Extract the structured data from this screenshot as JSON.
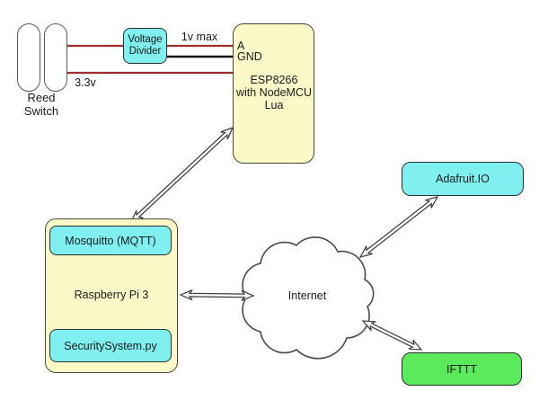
{
  "diagram": {
    "nodes": {
      "reed_switch": {
        "label_line1": "Reed",
        "label_line2": "Switch"
      },
      "voltage_divider": {
        "label_line1": "Voltage",
        "label_line2": "Divider",
        "fill": "#7fefef"
      },
      "esp8266": {
        "pin_a": "A",
        "pin_gnd": "GND",
        "label_line1": "ESP8266",
        "label_line2": "with NodeMCU",
        "label_line3": "Lua",
        "fill": "#fcf9c8"
      },
      "raspberry_pi": {
        "label": "Raspberry Pi 3",
        "fill": "#fcf9c8"
      },
      "mosquitto": {
        "label": "Mosquitto (MQTT)",
        "fill": "#7fefef"
      },
      "security_system": {
        "label": "SecuritySystem.py",
        "fill": "#7fefef"
      },
      "internet_cloud": {
        "label": "Internet",
        "fill": "#ffffff"
      },
      "adafruit_io": {
        "label": "Adafruit.IO",
        "fill": "#7fefef"
      },
      "ifttt": {
        "label": "IFTTT",
        "fill": "#5bea5b"
      }
    },
    "wire_labels": {
      "one_v_max": "1v max",
      "three_point_three_v": "3.3v"
    },
    "colors": {
      "wire_red": "#9e2f2f",
      "wire_black": "#141414",
      "outline": "#3a3a3a"
    },
    "connections": [
      "Reed Switch - Voltage Divider - ESP8266 (1v max / GND / 3.3v wires)",
      "ESP8266 <-> Raspberry Pi 3",
      "Raspberry Pi 3 <-> Internet",
      "Internet <-> Adafruit.IO",
      "Internet <-> IFTTT"
    ]
  }
}
